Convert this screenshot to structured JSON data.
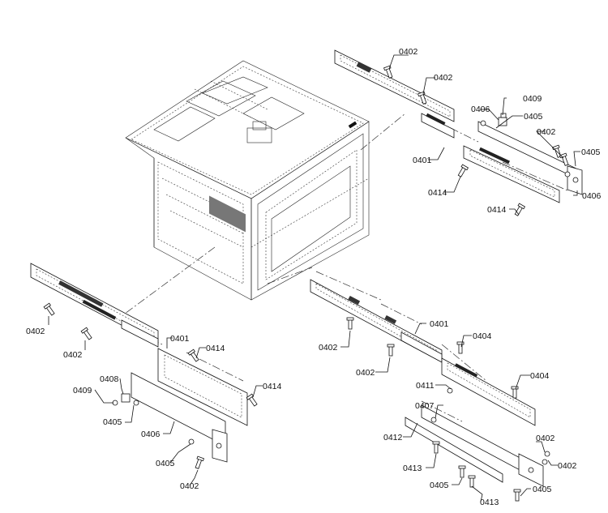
{
  "callouts": {
    "c01": "0402",
    "c02": "0402",
    "c03": "0406",
    "c04": "0409",
    "c05": "0405",
    "c06": "0402",
    "c07": "0405",
    "c08": "0401",
    "c09": "0414",
    "c10": "0414",
    "c11": "0406",
    "c12": "0402",
    "c13": "0402",
    "c14": "0401",
    "c15": "0414",
    "c16": "0408",
    "c17": "0409",
    "c18": "0405",
    "c19": "0406",
    "c20": "0414",
    "c21": "0405",
    "c22": "0402",
    "c23": "0401",
    "c24": "0402",
    "c25": "0404",
    "c26": "0402",
    "c27": "0404",
    "c28": "0411",
    "c29": "0407",
    "c30": "0412",
    "c31": "0413",
    "c32": "0405",
    "c33": "0413",
    "c34": "0402",
    "c35": "0402",
    "c36": "0405"
  }
}
